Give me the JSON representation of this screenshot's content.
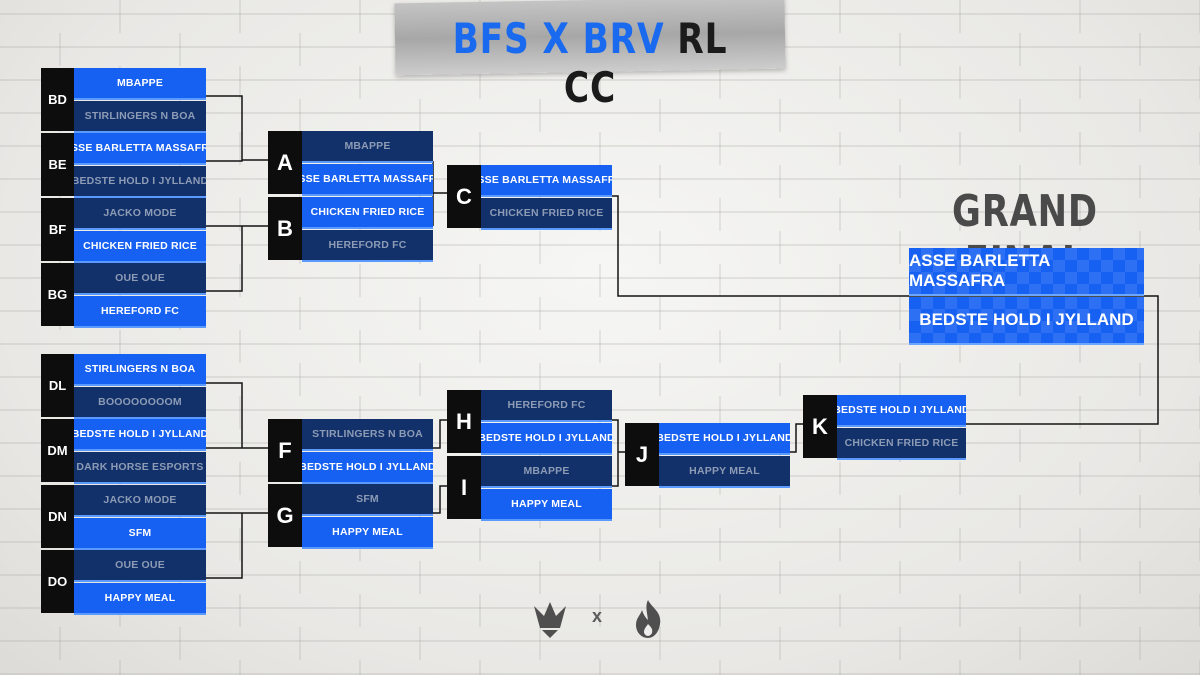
{
  "title": {
    "part1": "BFS X BRV",
    "part2": "RL CC"
  },
  "grand_final": {
    "label": "GRAND FINAL",
    "team1": "ASSE BARLETTA MASSAFRA",
    "team2": "BEDSTE HOLD I JYLLAND"
  },
  "matches": [
    {
      "id": "BD",
      "team1": "MBAPPE",
      "team2": "STIRLINGERS N BOA",
      "winner": 1
    },
    {
      "id": "BE",
      "team1": "ASSE BARLETTA MASSAFRA",
      "team2": "BEDSTE HOLD I JYLLAND",
      "winner": 1
    },
    {
      "id": "BF",
      "team1": "JACKO MODE",
      "team2": "CHICKEN FRIED RICE",
      "winner": 2
    },
    {
      "id": "BG",
      "team1": "OUE OUE",
      "team2": "HEREFORD FC",
      "winner": 2
    },
    {
      "id": "A",
      "team1": "MBAPPE",
      "team2": "ASSE BARLETTA MASSAFRA",
      "winner": 2
    },
    {
      "id": "B",
      "team1": "CHICKEN FRIED RICE",
      "team2": "HEREFORD FC",
      "winner": 1
    },
    {
      "id": "C",
      "team1": "ASSE BARLETTA MASSAFRA",
      "team2": "CHICKEN FRIED RICE",
      "winner": 1
    },
    {
      "id": "DL",
      "team1": "STIRLINGERS N BOA",
      "team2": "BOOOOOOOOM",
      "winner": 1
    },
    {
      "id": "DM",
      "team1": "BEDSTE HOLD I JYLLAND",
      "team2": "DARK HORSE ESPORTS",
      "winner": 1
    },
    {
      "id": "DN",
      "team1": "JACKO MODE",
      "team2": "SFM",
      "winner": 2
    },
    {
      "id": "DO",
      "team1": "OUE OUE",
      "team2": "HAPPY MEAL",
      "winner": 2
    },
    {
      "id": "F",
      "team1": "STIRLINGERS N BOA",
      "team2": "BEDSTE HOLD I JYLLAND",
      "winner": 2
    },
    {
      "id": "G",
      "team1": "SFM",
      "team2": "HAPPY MEAL",
      "winner": 2
    },
    {
      "id": "H",
      "team1": "HEREFORD FC",
      "team2": "BEDSTE HOLD I JYLLAND",
      "winner": 2
    },
    {
      "id": "I",
      "team1": "MBAPPE",
      "team2": "HAPPY MEAL",
      "winner": 2
    },
    {
      "id": "J",
      "team1": "BEDSTE HOLD I JYLLAND",
      "team2": "HAPPY MEAL",
      "winner": 1
    },
    {
      "id": "K",
      "team1": "BEDSTE HOLD I JYLLAND",
      "team2": "CHICKEN FRIED RICE",
      "winner": 1
    }
  ],
  "colors": {
    "winner": "#1660f2",
    "loser": "#12316b",
    "tag": "#0d0d0d",
    "accent": "#1a6af0"
  },
  "logos": {
    "left_icon": "crown-logo-icon",
    "separator": "x",
    "right_icon": "flame-logo-icon"
  }
}
